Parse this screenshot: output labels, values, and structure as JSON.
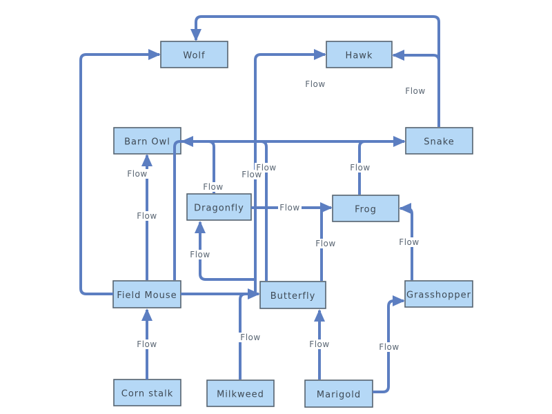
{
  "diagram": {
    "type": "food-web-flowchart",
    "edge_label": "Flow",
    "colors": {
      "background": "#FFFFFF",
      "node_fill": "#B5D8F6",
      "node_border": "#55626E",
      "node_text": "#3E4954",
      "edge_line": "#5C7EC1",
      "edge_label_text": "#5A6673"
    },
    "nodes": [
      {
        "id": "wolf",
        "label": "Wolf"
      },
      {
        "id": "hawk",
        "label": "Hawk"
      },
      {
        "id": "barn-owl",
        "label": "Barn Owl"
      },
      {
        "id": "snake",
        "label": "Snake"
      },
      {
        "id": "dragonfly",
        "label": "Dragonfly"
      },
      {
        "id": "frog",
        "label": "Frog"
      },
      {
        "id": "field-mouse",
        "label": "Field Mouse"
      },
      {
        "id": "butterfly",
        "label": "Butterfly"
      },
      {
        "id": "grasshopper",
        "label": "Grasshopper"
      },
      {
        "id": "corn-stalk",
        "label": "Corn stalk"
      },
      {
        "id": "milkweed",
        "label": "Milkweed"
      },
      {
        "id": "marigold",
        "label": "Marigold"
      }
    ],
    "edges": [
      {
        "from": "snake",
        "to": "wolf",
        "label": ""
      },
      {
        "from": "snake",
        "to": "hawk",
        "label": "Flow"
      },
      {
        "from": "field-mouse",
        "to": "wolf",
        "label": "Flow"
      },
      {
        "from": "field-mouse",
        "to": "barn-owl",
        "label": "Flow"
      },
      {
        "from": "field-mouse",
        "to": "snake",
        "label": "Flow"
      },
      {
        "from": "field-mouse",
        "to": "butterfly",
        "label": ""
      },
      {
        "from": "dragonfly",
        "to": "barn-owl",
        "label": "Flow"
      },
      {
        "from": "butterfly",
        "to": "barn-owl",
        "label": "Flow"
      },
      {
        "from": "butterfly",
        "to": "hawk",
        "label": "Flow"
      },
      {
        "from": "butterfly",
        "to": "dragonfly",
        "label": "Flow"
      },
      {
        "from": "butterfly",
        "to": "frog",
        "label": "Flow"
      },
      {
        "from": "dragonfly",
        "to": "frog",
        "label": "Flow"
      },
      {
        "from": "frog",
        "to": "snake",
        "label": "Flow"
      },
      {
        "from": "grasshopper",
        "to": "frog",
        "label": "Flow"
      },
      {
        "from": "milkweed",
        "to": "butterfly",
        "label": "Flow"
      },
      {
        "from": "marigold",
        "to": "butterfly",
        "label": "Flow"
      },
      {
        "from": "marigold",
        "to": "grasshopper",
        "label": "Flow"
      },
      {
        "from": "corn-stalk",
        "to": "field-mouse",
        "label": "Flow"
      }
    ]
  }
}
